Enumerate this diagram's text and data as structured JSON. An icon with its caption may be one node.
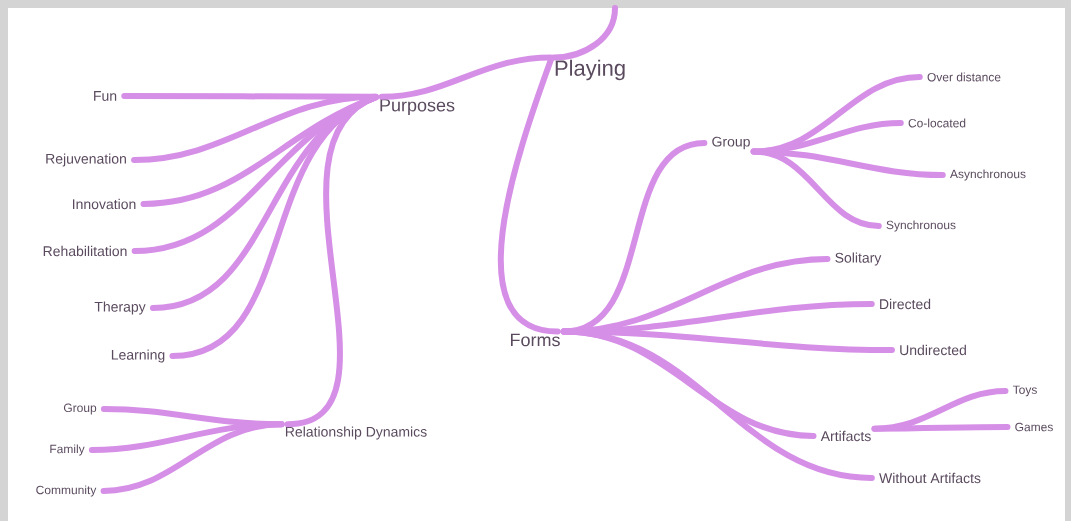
{
  "diagram": {
    "nodes": [
      {
        "text": [
          "Playing"
        ]
      },
      {
        "text": [
          "Purposes"
        ]
      },
      {
        "text": [
          "Fun"
        ]
      },
      {
        "text": [
          "Rejuvenation"
        ]
      },
      {
        "text": [
          "Innovation"
        ]
      },
      {
        "text": [
          "Rehabilitation"
        ]
      },
      {
        "text": [
          "Therapy"
        ]
      },
      {
        "text": [
          "Learning"
        ]
      },
      {
        "text": [
          "Relationship Dynamics"
        ]
      },
      {
        "text": [
          "Group"
        ]
      },
      {
        "text": [
          "Family"
        ]
      },
      {
        "text": [
          "Community"
        ]
      },
      {
        "text": [
          "Forms"
        ]
      },
      {
        "text": [
          "Group"
        ]
      },
      {
        "text": [
          "Over distance"
        ]
      },
      {
        "text": [
          "Co-located"
        ]
      },
      {
        "text": [
          "Asynchronous"
        ]
      },
      {
        "text": [
          "Synchronous"
        ]
      },
      {
        "text": [
          "Solitary"
        ]
      },
      {
        "text": [
          "Directed"
        ]
      },
      {
        "text": [
          "Undirected"
        ]
      },
      {
        "text": [
          "Artifacts"
        ]
      },
      {
        "text": [
          "Toys"
        ]
      },
      {
        "text": [
          "Games"
        ]
      },
      {
        "text": [
          "Without Artifacts"
        ]
      }
    ],
    "edges": [
      {
        "from": null,
        "to": 0,
        "arrow": "none"
      },
      {
        "from": 0,
        "to": 1,
        "arrow": "none"
      },
      {
        "from": 1,
        "to": 2,
        "arrow": "none"
      },
      {
        "from": 1,
        "to": 3,
        "arrow": "none"
      },
      {
        "from": 1,
        "to": 4,
        "arrow": "none"
      },
      {
        "from": 1,
        "to": 5,
        "arrow": "none"
      },
      {
        "from": 1,
        "to": 6,
        "arrow": "none"
      },
      {
        "from": 1,
        "to": 7,
        "arrow": "none"
      },
      {
        "from": 1,
        "to": 8,
        "arrow": "none"
      },
      {
        "from": 8,
        "to": 9,
        "arrow": "none"
      },
      {
        "from": 8,
        "to": 10,
        "arrow": "none"
      },
      {
        "from": 8,
        "to": 11,
        "arrow": "none"
      },
      {
        "from": 0,
        "to": 12,
        "arrow": "none"
      },
      {
        "from": 12,
        "to": 13,
        "arrow": "none"
      },
      {
        "from": 13,
        "to": 14,
        "arrow": "none"
      },
      {
        "from": 13,
        "to": 15,
        "arrow": "none"
      },
      {
        "from": 13,
        "to": 16,
        "arrow": "none"
      },
      {
        "from": 13,
        "to": 17,
        "arrow": "none"
      },
      {
        "from": 12,
        "to": 18,
        "arrow": "none"
      },
      {
        "from": 12,
        "to": 19,
        "arrow": "none"
      },
      {
        "from": 12,
        "to": 20,
        "arrow": "none"
      },
      {
        "from": 12,
        "to": 21,
        "arrow": "none"
      },
      {
        "from": 12,
        "to": 24,
        "arrow": "none"
      },
      {
        "from": 21,
        "to": 22,
        "arrow": "none"
      },
      {
        "from": 21,
        "to": 23,
        "arrow": "none"
      }
    ]
  }
}
